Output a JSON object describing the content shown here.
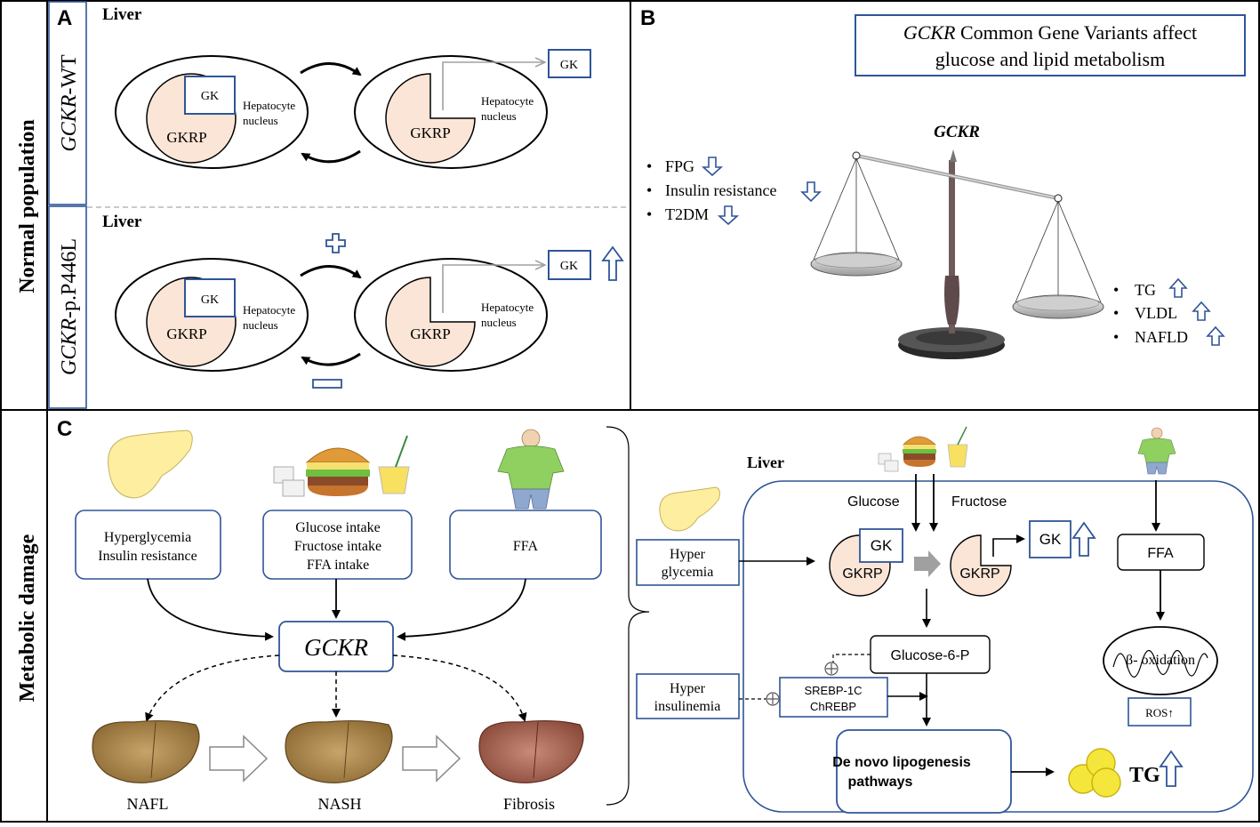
{
  "side_labels": {
    "normal_population": "Normal population",
    "metabolic_damage": "Metabolic damage",
    "wt_prefix": "GCKR",
    "wt_suffix": "-WT",
    "mut_prefix": "GCKR",
    "mut_suffix": "-p.P446L"
  },
  "panel_a": {
    "letter": "A",
    "liver_label": "Liver",
    "gk": "GK",
    "gkrp": "GKRP",
    "nucleus_line1": "Hepatocyte",
    "nucleus_line2": "nucleus"
  },
  "panel_b": {
    "letter": "B",
    "title_italic": "GCKR",
    "title_rest": " Common Gene Variants affect",
    "title_line2": "glucose and lipid metabolism",
    "scale_label": "GCKR",
    "left_items": [
      "FPG",
      "Insulin resistance",
      "T2DM"
    ],
    "right_items": [
      "TG",
      "VLDL",
      "NAFLD"
    ],
    "bullet": "•"
  },
  "panel_c": {
    "letter": "C",
    "box_hyper_line1": "Hyperglycemia",
    "box_hyper_line2": "Insulin resistance",
    "box_intake_line1": "Glucose intake",
    "box_intake_line2": "Fructose intake",
    "box_intake_line3": "FFA intake",
    "box_ffa": "FFA",
    "gckr_center": "GCKR",
    "stages": [
      "NAFL",
      "NASH",
      "Fibrosis"
    ],
    "liver_label": "Liver",
    "hyper_glycemia_line1": "Hyper",
    "hyper_glycemia_line2": "glycemia",
    "hyper_insulinemia_line1": "Hyper",
    "hyper_insulinemia_line2": "insulinemia",
    "glucose": "Glucose",
    "fructose": "Fructose",
    "gk": "GK",
    "gkrp": "GKRP",
    "ffa": "FFA",
    "beta_oxidation": "β- oxidation",
    "ros": "ROS↑",
    "glucose6p": "Glucose-6-P",
    "srebp_line1": "SREBP-1C",
    "srebp_line2": "ChREBP",
    "dnl_line1": "De novo lipogenesis",
    "dnl_line2": "pathways",
    "tg": "TG"
  },
  "colors": {
    "frame_blue": "#2f5597",
    "arrow_blue": "#2f5597",
    "gkrp_fill": "#fbe5d6",
    "liver_yellow": "#fdeea0",
    "gray_arrow": "#a0a0a0"
  }
}
